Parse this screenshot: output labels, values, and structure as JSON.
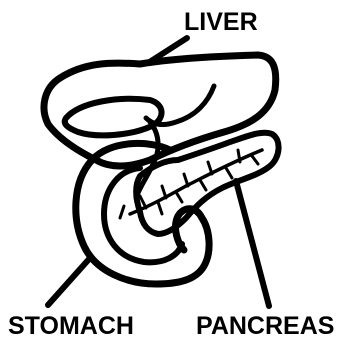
{
  "diagram": {
    "labels": {
      "liver": "LIVER",
      "stomach": "STOMACH",
      "pancreas": "PANCREAS"
    },
    "colors": {
      "line": "#000000",
      "background": "#ffffff"
    }
  }
}
